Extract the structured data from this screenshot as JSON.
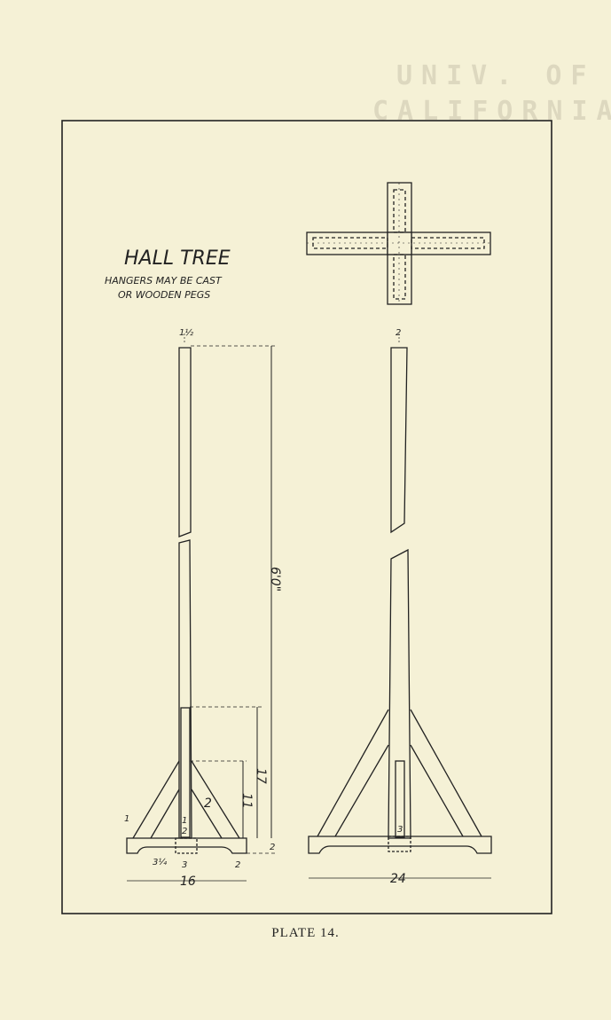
{
  "stamp": {
    "line1": "UNIV. OF",
    "line2": "CALIFORNIA"
  },
  "drawing": {
    "title": "HALL TREE",
    "note_line1": "HANGERS MAY BE CAST",
    "note_line2": "OR WOODEN PEGS"
  },
  "dimensions": {
    "top_width_side": "1½",
    "top_width_front": "2",
    "height": "6'0\"",
    "dim_17": "17",
    "dim_11": "11",
    "dim_2_brace": "2",
    "dim_2_base": "2",
    "dim_1_left": "1",
    "dim_1_inner": "1",
    "dim_2_inner": "2",
    "dim_3_4": "3¼",
    "dim_3": "3",
    "dim_2_foot": "2",
    "dim_16": "16",
    "dim_3_front": "3",
    "dim_24": "24"
  },
  "caption": "PLATE 14."
}
